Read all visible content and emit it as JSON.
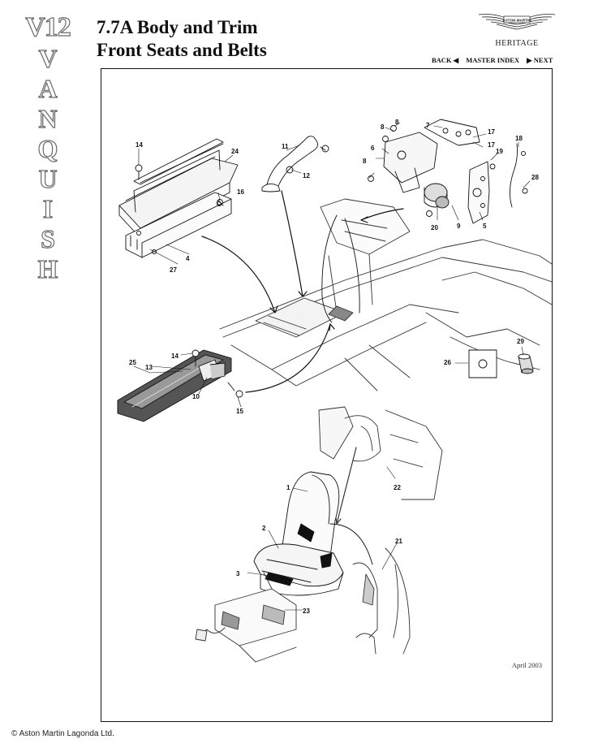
{
  "side_stamp": {
    "model": "V12",
    "letters": [
      "V",
      "A",
      "N",
      "Q",
      "U",
      "I",
      "S",
      "H"
    ]
  },
  "header": {
    "title_line1": "7.7A Body and Trim",
    "title_line2": "Front Seats and Belts",
    "logo_text": "ASTON MARTIN",
    "heritage": "HERITAGE"
  },
  "nav": {
    "back": "BACK ◀",
    "master_index": "MASTER INDEX",
    "next": "▶ NEXT"
  },
  "diagram": {
    "callouts": {
      "c1": "1",
      "c2": "2",
      "c3": "3",
      "c4": "4",
      "c5": "5",
      "c6": "6",
      "c7": "7",
      "c8a": "8",
      "c8b": "8",
      "c8c": "8",
      "c9": "9",
      "c10": "10",
      "c11": "11",
      "c12": "12",
      "c13": "13",
      "c14a": "14",
      "c14b": "14",
      "c15": "15",
      "c16": "16",
      "c17a": "17",
      "c17b": "17",
      "c18": "18",
      "c19": "19",
      "c20": "20",
      "c21": "21",
      "c22": "22",
      "c23": "23",
      "c24": "24",
      "c25": "25",
      "c26": "26",
      "c27": "27",
      "c28": "28",
      "c29": "29"
    },
    "date": "April 2003"
  },
  "footer": {
    "copyright": "© Aston Martin Lagonda Ltd."
  },
  "colors": {
    "stamp_outline": "#6a6a6a",
    "line": "#111111",
    "shade": "#555555"
  }
}
